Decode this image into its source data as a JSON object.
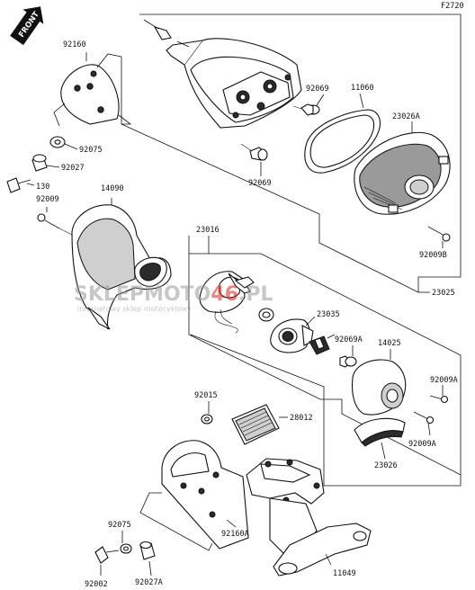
{
  "figure_code": "F2720",
  "front_label": "FRONT",
  "watermark": {
    "brand_left": "SKLEP",
    "brand_mid": "MOTO",
    "brand_num": "46",
    "brand_tld": ".PL",
    "tagline": "internetowy sklep motocyklowy",
    "accent_color": "#e0201c"
  },
  "labels": {
    "p92160": "92160",
    "p92075a": "92075",
    "p92027a": "92027",
    "p130": "130",
    "p92009a": "92009",
    "p14090": "14090",
    "p92069a": "92069",
    "p11060": "11060",
    "p23026A": "23026A",
    "p92069b": "92069",
    "p92009B": "92009B",
    "p23025": "23025",
    "p23016": "23016",
    "p23035": "23035",
    "p92069A": "92069A",
    "p14025": "14025",
    "p92009A1": "92009A",
    "p92015": "92015",
    "p28012": "28012",
    "p92009A2": "92009A",
    "p23026": "23026",
    "p92075b": "92075",
    "p92002": "92002",
    "p92027A": "92027A",
    "p92160A": "92160A",
    "p11049": "11049"
  }
}
